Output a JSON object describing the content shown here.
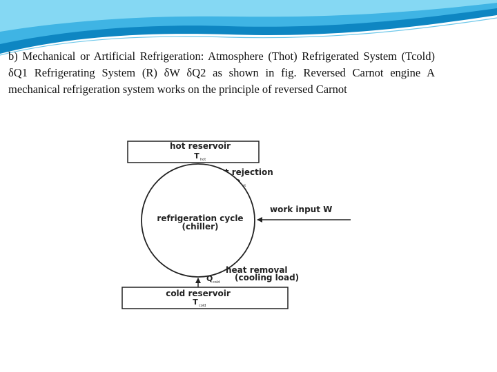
{
  "slide": {
    "paragraph": "b) Mechanical or Artificial Refrigeration: Atmosphere (Thot) Refrigerated System (Tcold) δQ1 Refrigerating System (R) δW δQ2 as shown in fig. Reversed Carnot engine A mechanical refrigeration system works on the principle of reversed Carnot"
  },
  "diagram": {
    "hot_reservoir": {
      "label": "hot reservoir",
      "symbol": "T",
      "subscript": "hot"
    },
    "heat_rejection": {
      "label": "heat rejection",
      "symbol": "Q",
      "subscript": "hot"
    },
    "cycle": {
      "line1": "refrigeration cycle",
      "line2": "(chiller)"
    },
    "work_input": {
      "label": "work input W"
    },
    "heat_removal": {
      "label": "heat removal",
      "symbol": "Q",
      "subscript": "cold",
      "load": "(cooling load)"
    },
    "cold_reservoir": {
      "label": "cold reservoir",
      "symbol": "T",
      "subscript": "cold"
    }
  },
  "colors": {
    "wave_dark": "#0e86c2",
    "wave_light": "#5ec8ee",
    "ink": "#222222"
  }
}
